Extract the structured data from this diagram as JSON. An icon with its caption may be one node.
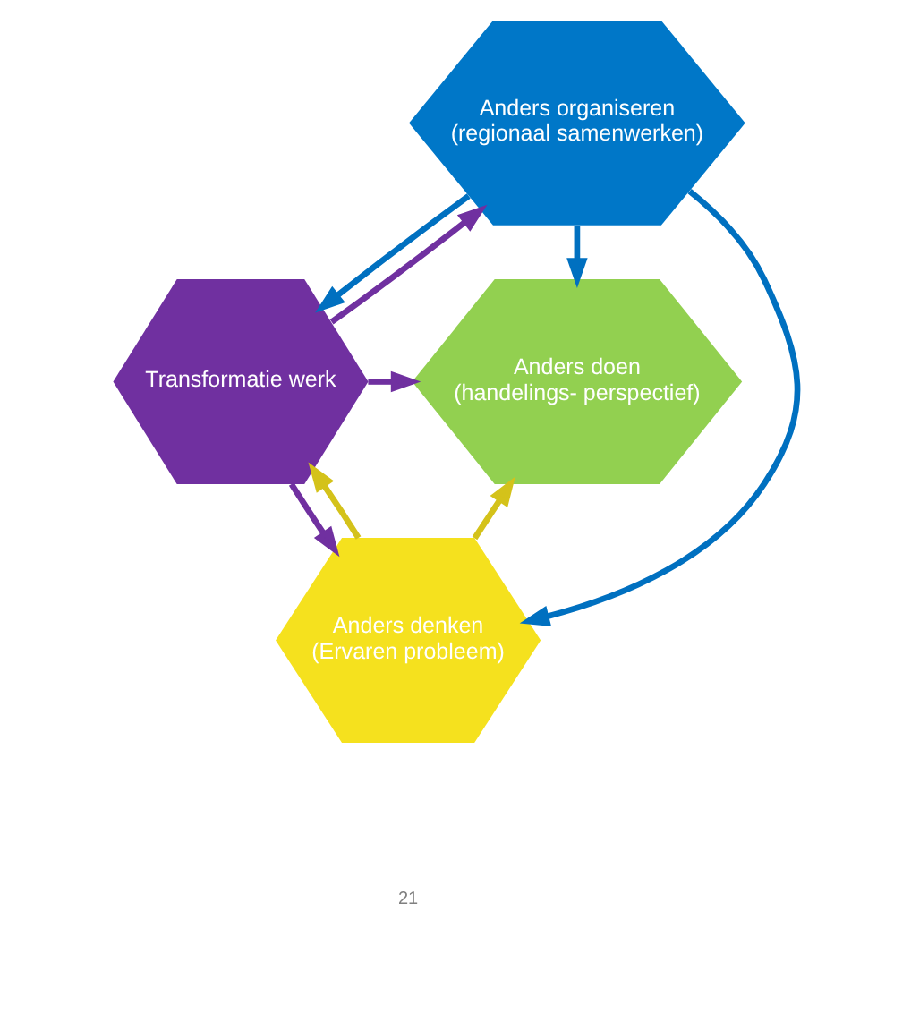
{
  "diagram": {
    "nodes": [
      {
        "text": [
          "Anders organiseren",
          "(regionaal samenwerken)"
        ]
      },
      {
        "text": [
          "Transformatie werk"
        ]
      },
      {
        "text": [
          "Anders doen",
          "(handelings- perspectief)"
        ]
      },
      {
        "text": [
          "Anders denken",
          "(Ervaren probleem)"
        ]
      }
    ],
    "edges": [
      {
        "from": 0,
        "to": 1,
        "arrow": "to",
        "color": "#0070c0"
      },
      {
        "from": 0,
        "to": 2,
        "arrow": "to",
        "color": "#0070c0"
      },
      {
        "from": 0,
        "to": 3,
        "arrow": "to",
        "color": "#0070c0"
      },
      {
        "from": 1,
        "to": 0,
        "arrow": "to",
        "color": "#7030a0"
      },
      {
        "from": 1,
        "to": 2,
        "arrow": "to",
        "color": "#7030a0"
      },
      {
        "from": 1,
        "to": 3,
        "arrow": "to",
        "color": "#7030a0"
      },
      {
        "from": 3,
        "to": 1,
        "arrow": "to",
        "color": "#d4c21a"
      },
      {
        "from": 3,
        "to": 2,
        "arrow": "to",
        "color": "#d4c21a"
      }
    ],
    "labels": [
      "21"
    ]
  }
}
